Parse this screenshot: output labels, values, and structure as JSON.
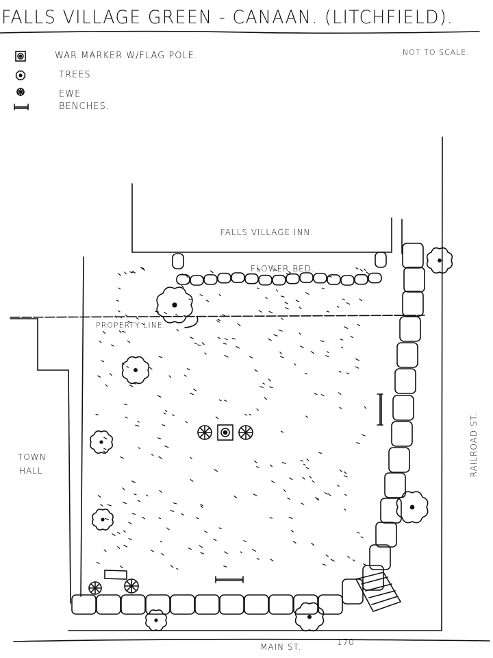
{
  "title": "FALLS VILLAGE GREEN - CANAAN. (LITCHFIELD).",
  "scale_note": "NOT TO SCALE.",
  "legend": [
    {
      "icon": "war-marker-icon",
      "label": "WAR MARKER W/FLAG POLE."
    },
    {
      "icon": "tree-icon",
      "label": "TREES"
    },
    {
      "icon": "ewe-icon",
      "label": "EWE"
    },
    {
      "icon": "bench-icon",
      "label": "BENCHES."
    }
  ],
  "labels": {
    "inn": "FALLS VILLAGE INN.",
    "flower_bed": "FLOWER BED.",
    "property_line": "PROPERTY LINE.",
    "town_hall_1": "TOWN",
    "town_hall_2": "HALL.",
    "railroad_st": "RAILROAD ST.",
    "main_st": "MAIN ST.",
    "page_number": "170"
  }
}
